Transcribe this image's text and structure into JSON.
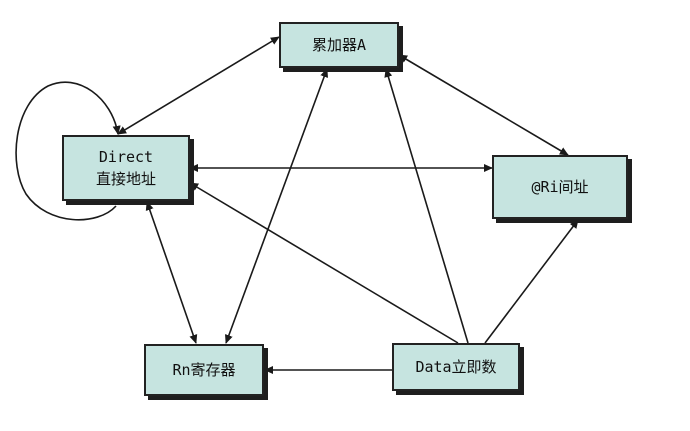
{
  "diagram": {
    "nodes": {
      "accumulator": {
        "label": "累加器A"
      },
      "direct": {
        "label_en": "Direct",
        "label_cn": "直接地址"
      },
      "ri_indirect": {
        "label": "@Ri间址"
      },
      "rn_register": {
        "label": "Rn寄存器"
      },
      "immediate": {
        "label": "Data立即数"
      }
    },
    "edges": [
      {
        "from": "direct",
        "to": "accumulator",
        "direction": "both"
      },
      {
        "from": "accumulator",
        "to": "ri_indirect",
        "direction": "both"
      },
      {
        "from": "direct",
        "to": "ri_indirect",
        "direction": "both"
      },
      {
        "from": "direct",
        "to": "rn_register",
        "direction": "both"
      },
      {
        "from": "rn_register",
        "to": "accumulator",
        "direction": "both"
      },
      {
        "from": "direct",
        "to": "direct",
        "direction": "self-loop"
      },
      {
        "from": "immediate",
        "to": "accumulator",
        "direction": "forward"
      },
      {
        "from": "immediate",
        "to": "direct",
        "direction": "forward"
      },
      {
        "from": "immediate",
        "to": "ri_indirect",
        "direction": "forward"
      },
      {
        "from": "immediate",
        "to": "rn_register",
        "direction": "forward"
      }
    ]
  }
}
